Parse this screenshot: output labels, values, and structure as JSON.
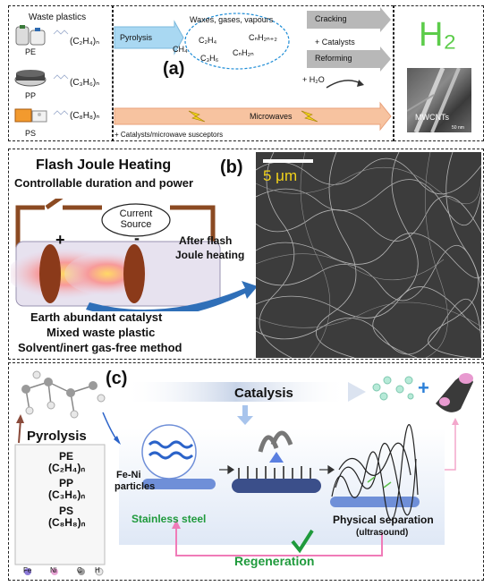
{
  "panel_a": {
    "label": "(a)",
    "waste_title": "Waste plastics",
    "plastics": [
      {
        "name": "PE",
        "formula": "(C₂H₄)ₙ"
      },
      {
        "name": "PP",
        "formula": "(C₃H₆)ₙ"
      },
      {
        "name": "PS",
        "formula": "(C₈H₈)ₙ"
      }
    ],
    "pyrolysis": "Pyrolysis",
    "products_title": "Waxes, gases, vapours",
    "species": [
      "C₂H₄",
      "CH₄",
      "C₃H₆",
      "CₙH₂ₙ",
      "CₙH₂ₙ₊₂"
    ],
    "cracking": "Cracking",
    "catalysts": "+ Catalysts",
    "reforming": "Reforming",
    "water": "+ H₂O",
    "microwaves": "Microwaves",
    "susceptors": "+ Catalysts/microwave susceptors",
    "h2": "H₂",
    "mwcnts": "MWCNTs",
    "sem_scale": "50 nm",
    "colors": {
      "pyrolysis_arrow": "#a9d8f2",
      "microwave_arrow": "#f7c3a0",
      "grey_arrow": "#b8b8b8",
      "h2": "#5ccc4a",
      "ellipse": "#1d8cd6"
    }
  },
  "panel_b": {
    "label": "(b)",
    "title": "Flash Joule Heating",
    "subtitle": "Controllable duration and power",
    "source": "Current Source",
    "plus": "+",
    "minus": "-",
    "after_line1": "After flash",
    "after_line2": "Joule heating",
    "bullets": [
      "Earth abundant catalyst",
      "Mixed waste plastic",
      "Solvent/inert gas-free method"
    ],
    "scale_bar": "5 μm",
    "colors": {
      "wire": "#8b4a22",
      "electrode": "#8b3a1a",
      "arrow": "#2f6fb8",
      "scale_text": "#f2d21a"
    }
  },
  "panel_c": {
    "label": "(c)",
    "catalysis": "Catalysis",
    "pyrolysis": "Pyrolysis",
    "plastics": [
      {
        "name": "PE",
        "formula": "(C₂H₄)ₙ"
      },
      {
        "name": "PP",
        "formula": "(C₃H₆)ₙ"
      },
      {
        "name": "PS",
        "formula": "(C₈H₈)ₙ"
      }
    ],
    "feni": "Fe-Ni",
    "particles": "particles",
    "steel": "Stainless steel",
    "separation": "Physical separation",
    "ultrasound": "(ultrasound)",
    "regeneration": "Regeneration",
    "legend": [
      {
        "label": "Fe",
        "color": "#8c7ad8"
      },
      {
        "label": "Ni",
        "color": "#e9a5d6"
      },
      {
        "label": "C",
        "color": "#9a9a9a"
      },
      {
        "label": "H",
        "color": "#e8e8e8"
      }
    ],
    "colors": {
      "green": "#1f9a3c",
      "pink": "#f07bb8",
      "blue": "#2b63c9"
    }
  }
}
